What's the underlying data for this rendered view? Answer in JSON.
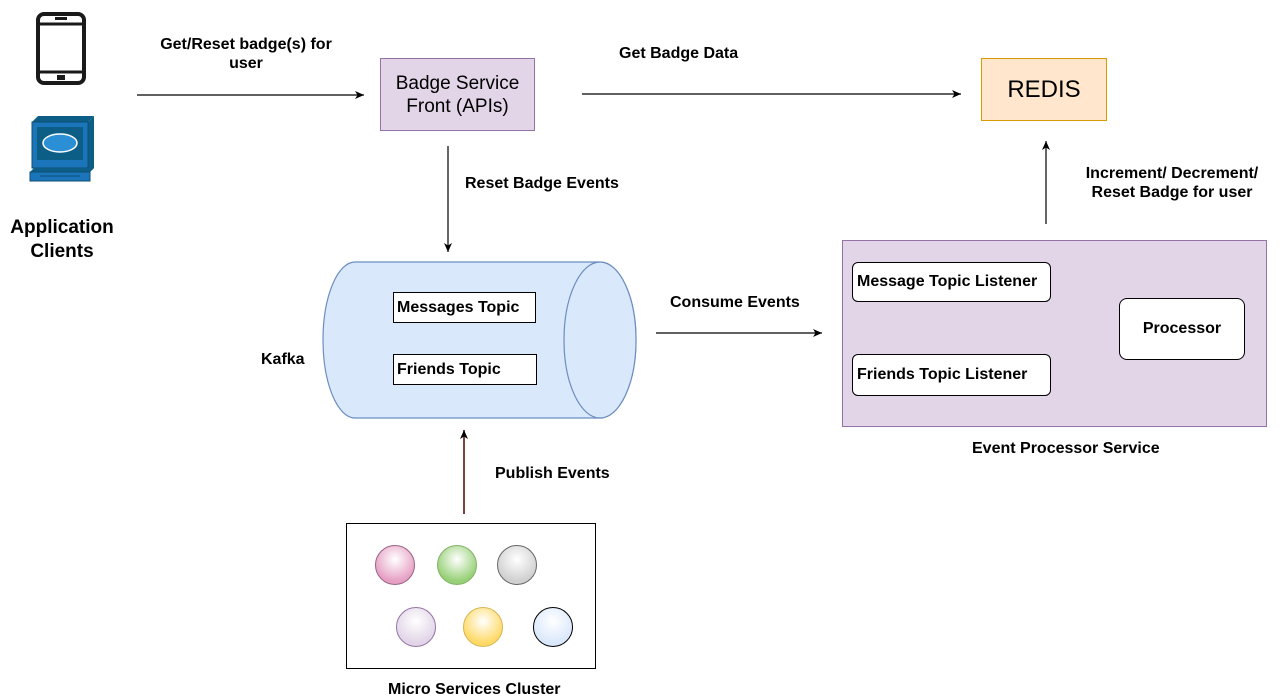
{
  "clients": {
    "label_line1": "Application",
    "label_line2": "Clients",
    "icons": [
      "mobile-phone-icon",
      "desktop-computer-icon"
    ]
  },
  "badge_service": {
    "line1": "Badge Service",
    "line2": "Front (APIs)",
    "fill": "#e1d5e7",
    "stroke": "#9673a6"
  },
  "redis": {
    "label": "REDIS",
    "fill": "#ffe6cc",
    "stroke": "#d79b00"
  },
  "kafka": {
    "label": "Kafka",
    "fill": "#dae8fc",
    "stroke": "#6c8ebf",
    "topics": [
      "Messages Topic",
      "Friends Topic"
    ]
  },
  "event_processor": {
    "label": "Event Processor Service",
    "fill": "#e1d5e7",
    "stroke": "#9673a6",
    "listeners": [
      "Message Topic Listener",
      "Friends Topic Listener"
    ],
    "processor": "Processor"
  },
  "cluster": {
    "label": "Micro Services Cluster",
    "services": [
      {
        "fill": "#e6a0c4",
        "stroke": "#996185"
      },
      {
        "fill": "#97d077",
        "stroke": "#82b366"
      },
      {
        "fill": "#d0d0d0",
        "stroke": "#666666"
      },
      {
        "fill": "#e1d5e7",
        "stroke": "#9673a6"
      },
      {
        "fill": "#ffd966",
        "stroke": "#d6b656"
      },
      {
        "fill": "#dae8fc",
        "stroke": "#000000"
      }
    ]
  },
  "edges": {
    "clients_to_front_line1": "Get/Reset badge(s) for",
    "clients_to_front_line2": "user",
    "front_to_redis": "Get Badge Data",
    "front_to_kafka": "Reset Badge Events",
    "kafka_to_processor": "Consume Events",
    "cluster_to_kafka": "Publish Events",
    "processor_to_redis_line1": "Increment/ Decrement/",
    "processor_to_redis_line2": "Reset Badge for user"
  }
}
